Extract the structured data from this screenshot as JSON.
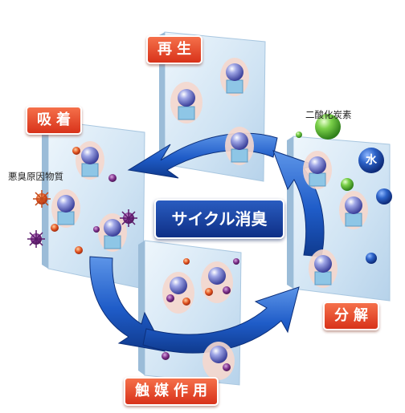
{
  "center_label": "サイクル消臭",
  "stages": {
    "regeneration": "再生",
    "adsorption": "吸着",
    "decomposition": "分解",
    "catalysis": "触媒作用"
  },
  "labels": {
    "odor_substance": "悪臭原因物質",
    "carbon_dioxide": "二酸化炭素",
    "water": "水"
  },
  "colors": {
    "stage_label": "#e04a2a",
    "center_label": "#1a46a8",
    "arrow": "#1f5cc8",
    "panel": "#d4e6f4",
    "co2_ball": "#5cb535",
    "water_ball": "#1e4fae",
    "odor_particle": "#6b2a7a"
  }
}
